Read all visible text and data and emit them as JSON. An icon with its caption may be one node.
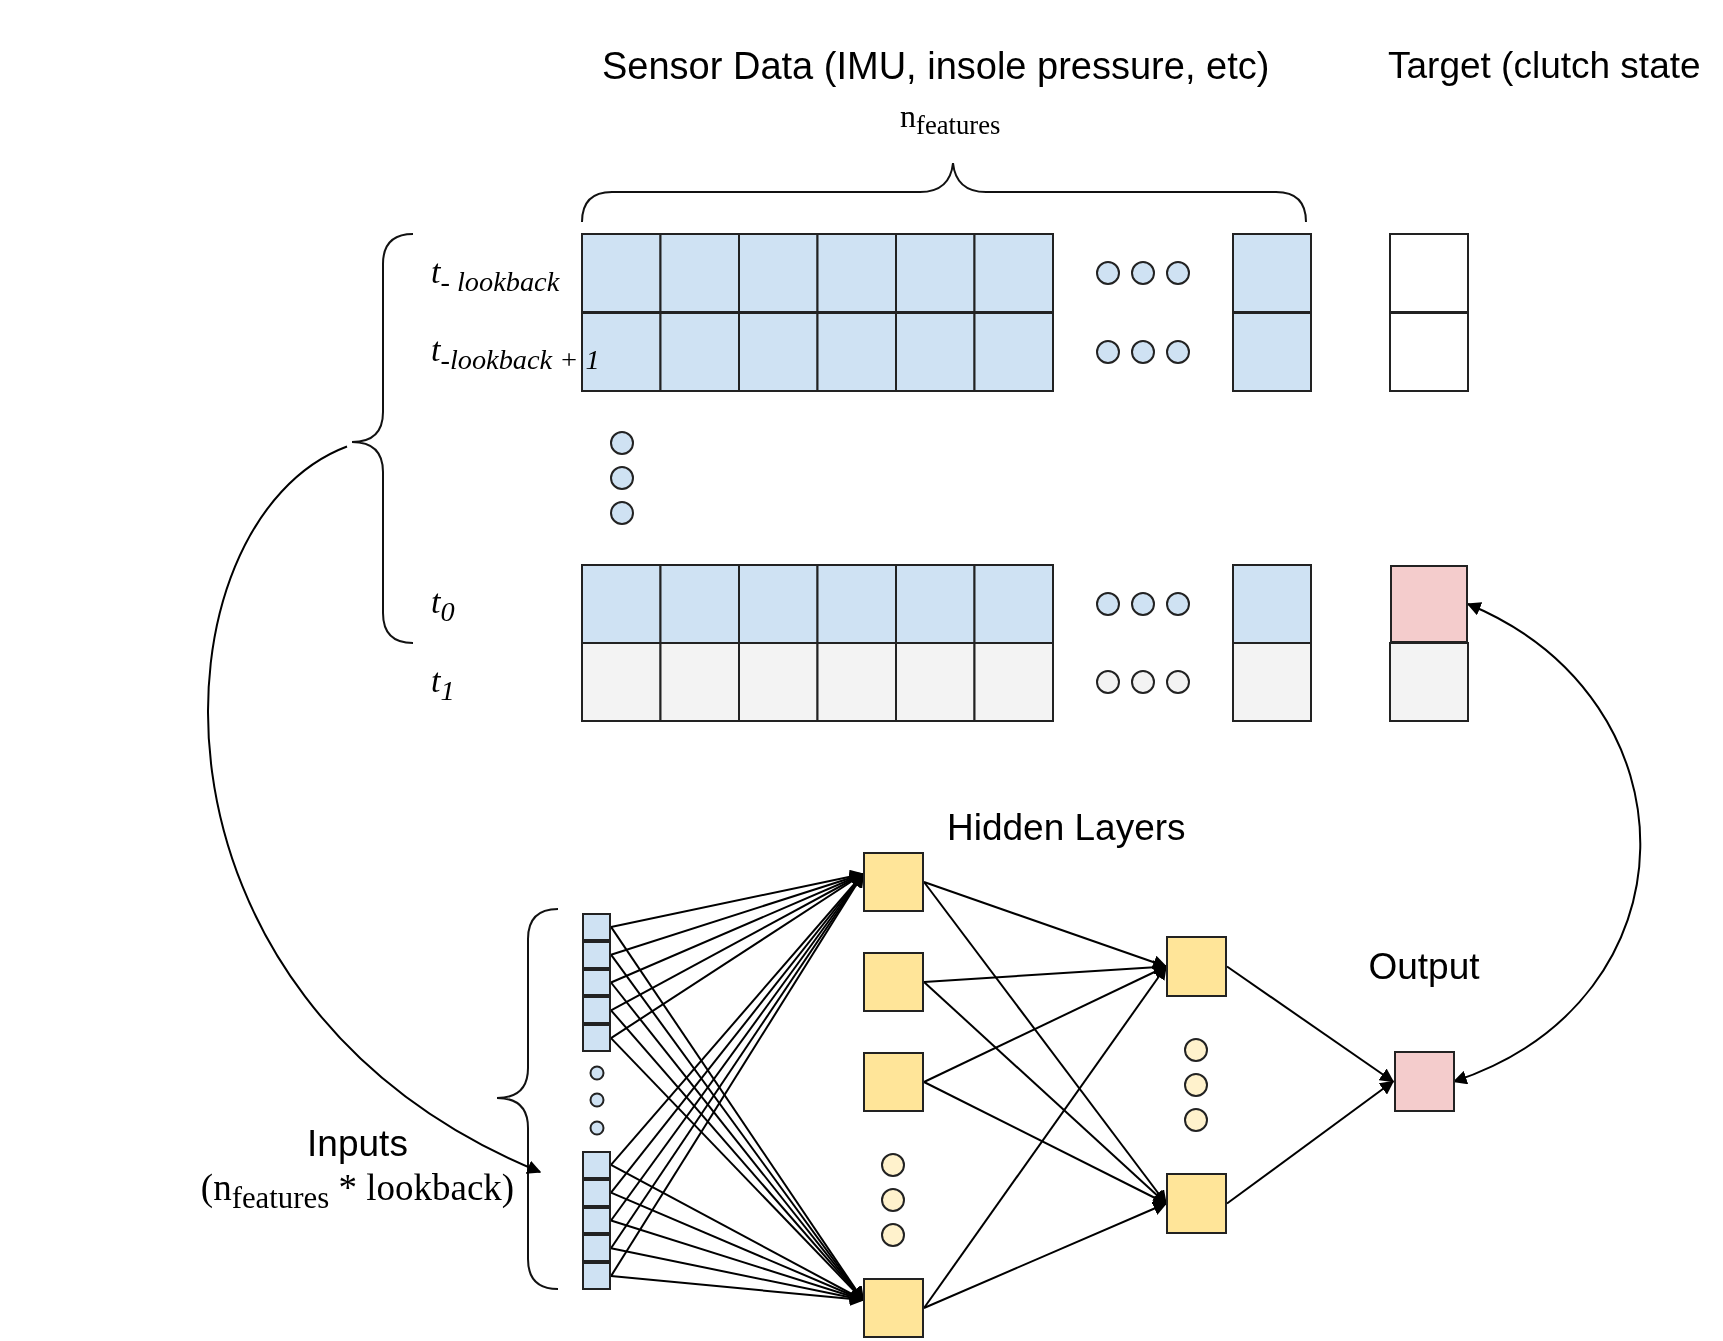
{
  "diagram": {
    "nodes": [
      {
        "text": [],
        "shape": "box"
      },
      {
        "text": [],
        "shape": "box"
      },
      {
        "text": [],
        "shape": "box"
      },
      {
        "text": [],
        "shape": "box"
      },
      {
        "text": [],
        "shape": "box"
      },
      {
        "text": [],
        "shape": "box"
      },
      {
        "text": [],
        "shape": "box"
      },
      {
        "text": [],
        "shape": "box"
      },
      {
        "text": [],
        "shape": "box"
      },
      {
        "text": [],
        "shape": "box"
      },
      {
        "text": [
          "Inputs",
          "(n$_{features}$ * lookback)"
        ]
      },
      {
        "text": [],
        "shape": "box"
      },
      {
        "text": [],
        "shape": "box"
      },
      {
        "text": [],
        "shape": "box"
      },
      {
        "text": [],
        "shape": "box"
      },
      {
        "text": [],
        "shape": "box"
      },
      {
        "text": [],
        "shape": "box"
      },
      {
        "text": [
          "Output"
        ]
      },
      {
        "text": [],
        "shape": "box"
      },
      {
        "text": [],
        "shape": "brace"
      }
    ],
    "edges": [
      {
        "from": 0,
        "to": 11,
        "arrow": "to"
      },
      {
        "from": 0,
        "to": 14,
        "arrow": "to"
      },
      {
        "from": 1,
        "to": 11,
        "arrow": "to"
      },
      {
        "from": 1,
        "to": 14,
        "arrow": "to"
      },
      {
        "from": 2,
        "to": 11,
        "arrow": "to"
      },
      {
        "from": 2,
        "to": 14,
        "arrow": "to"
      },
      {
        "from": 3,
        "to": 11,
        "arrow": "to"
      },
      {
        "from": 3,
        "to": 14,
        "arrow": "to"
      },
      {
        "from": 4,
        "to": 11,
        "arrow": "to"
      },
      {
        "from": 4,
        "to": 14,
        "arrow": "to"
      },
      {
        "from": 5,
        "to": 11,
        "arrow": "to"
      },
      {
        "from": 5,
        "to": 14,
        "arrow": "to"
      },
      {
        "from": 6,
        "to": 11,
        "arrow": "to"
      },
      {
        "from": 6,
        "to": 14,
        "arrow": "to"
      },
      {
        "from": 7,
        "to": 11,
        "arrow": "to"
      },
      {
        "from": 7,
        "to": 14,
        "arrow": "to"
      },
      {
        "from": 8,
        "to": 11,
        "arrow": "to"
      },
      {
        "from": 8,
        "to": 14,
        "arrow": "to"
      },
      {
        "from": 9,
        "to": 11,
        "arrow": "to"
      },
      {
        "from": 9,
        "to": 14,
        "arrow": "to"
      },
      {
        "from": 11,
        "to": 15,
        "arrow": "to"
      },
      {
        "from": 11,
        "to": 16,
        "arrow": "to"
      },
      {
        "from": 12,
        "to": 15,
        "arrow": "to"
      },
      {
        "from": 12,
        "to": 16,
        "arrow": "to"
      },
      {
        "from": 13,
        "to": 15,
        "arrow": "to"
      },
      {
        "from": 13,
        "to": 16,
        "arrow": "to"
      },
      {
        "from": 14,
        "to": 15,
        "arrow": "to"
      },
      {
        "from": 14,
        "to": 16,
        "arrow": "to"
      },
      {
        "from": 15,
        "to": 17,
        "arrow": "to"
      },
      {
        "from": 16,
        "to": 17,
        "arrow": "to"
      },
      {
        "from": 19,
        "to": 10,
        "arrow": "to"
      },
      {
        "from": 17,
        "to": 18,
        "arrow": "both"
      }
    ],
    "labels": [
      "Sensor Data (IMU, insole pressure, etc)",
      "Target (clutch state",
      "n$_{features}$",
      "t$_{- lookback}$",
      "t$_{-lookback + 1}$",
      "t$_{0}$",
      "t$_{1}$",
      "Hidden Layers"
    ]
  }
}
